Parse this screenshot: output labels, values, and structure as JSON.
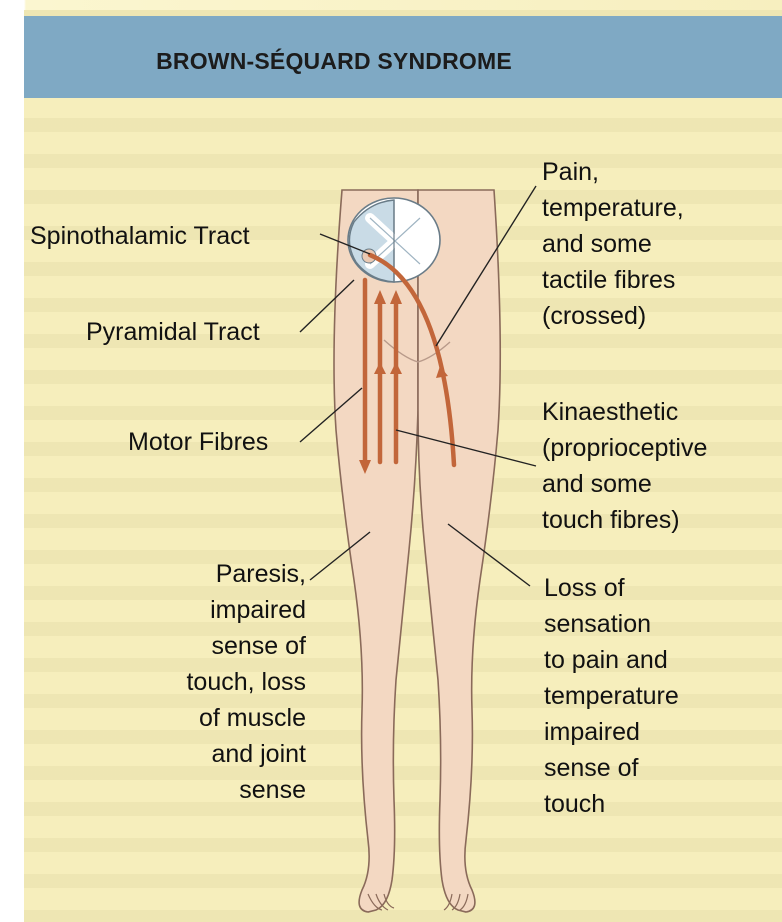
{
  "title": "BROWN-SÉQUARD SYNDROME",
  "labels": {
    "spinothalamic": "Spinothalamic Tract",
    "pyramidal": "Pyramidal Tract",
    "motor": "Motor Fibres",
    "pain_lines": [
      "Pain,",
      "temperature,",
      "and some",
      "tactile fibres",
      "(crossed)"
    ],
    "kinaesthetic_lines": [
      "Kinaesthetic",
      "(proprioceptive",
      "and some",
      "touch fibres)"
    ],
    "paresis_lines": [
      "Paresis,",
      "impaired",
      "sense of",
      "touch, loss",
      "of muscle",
      "and joint",
      "sense"
    ],
    "loss_lines": [
      "Loss of",
      "sensation",
      "to pain and",
      "temperature",
      "impaired",
      "sense of",
      "touch"
    ]
  },
  "colors": {
    "title_bar": "#7fa9c4",
    "background": "#f6eebc",
    "skin": "#f3d8c2",
    "tract_arrow": "#c2663a",
    "cord_section": "#c9dbe6"
  }
}
